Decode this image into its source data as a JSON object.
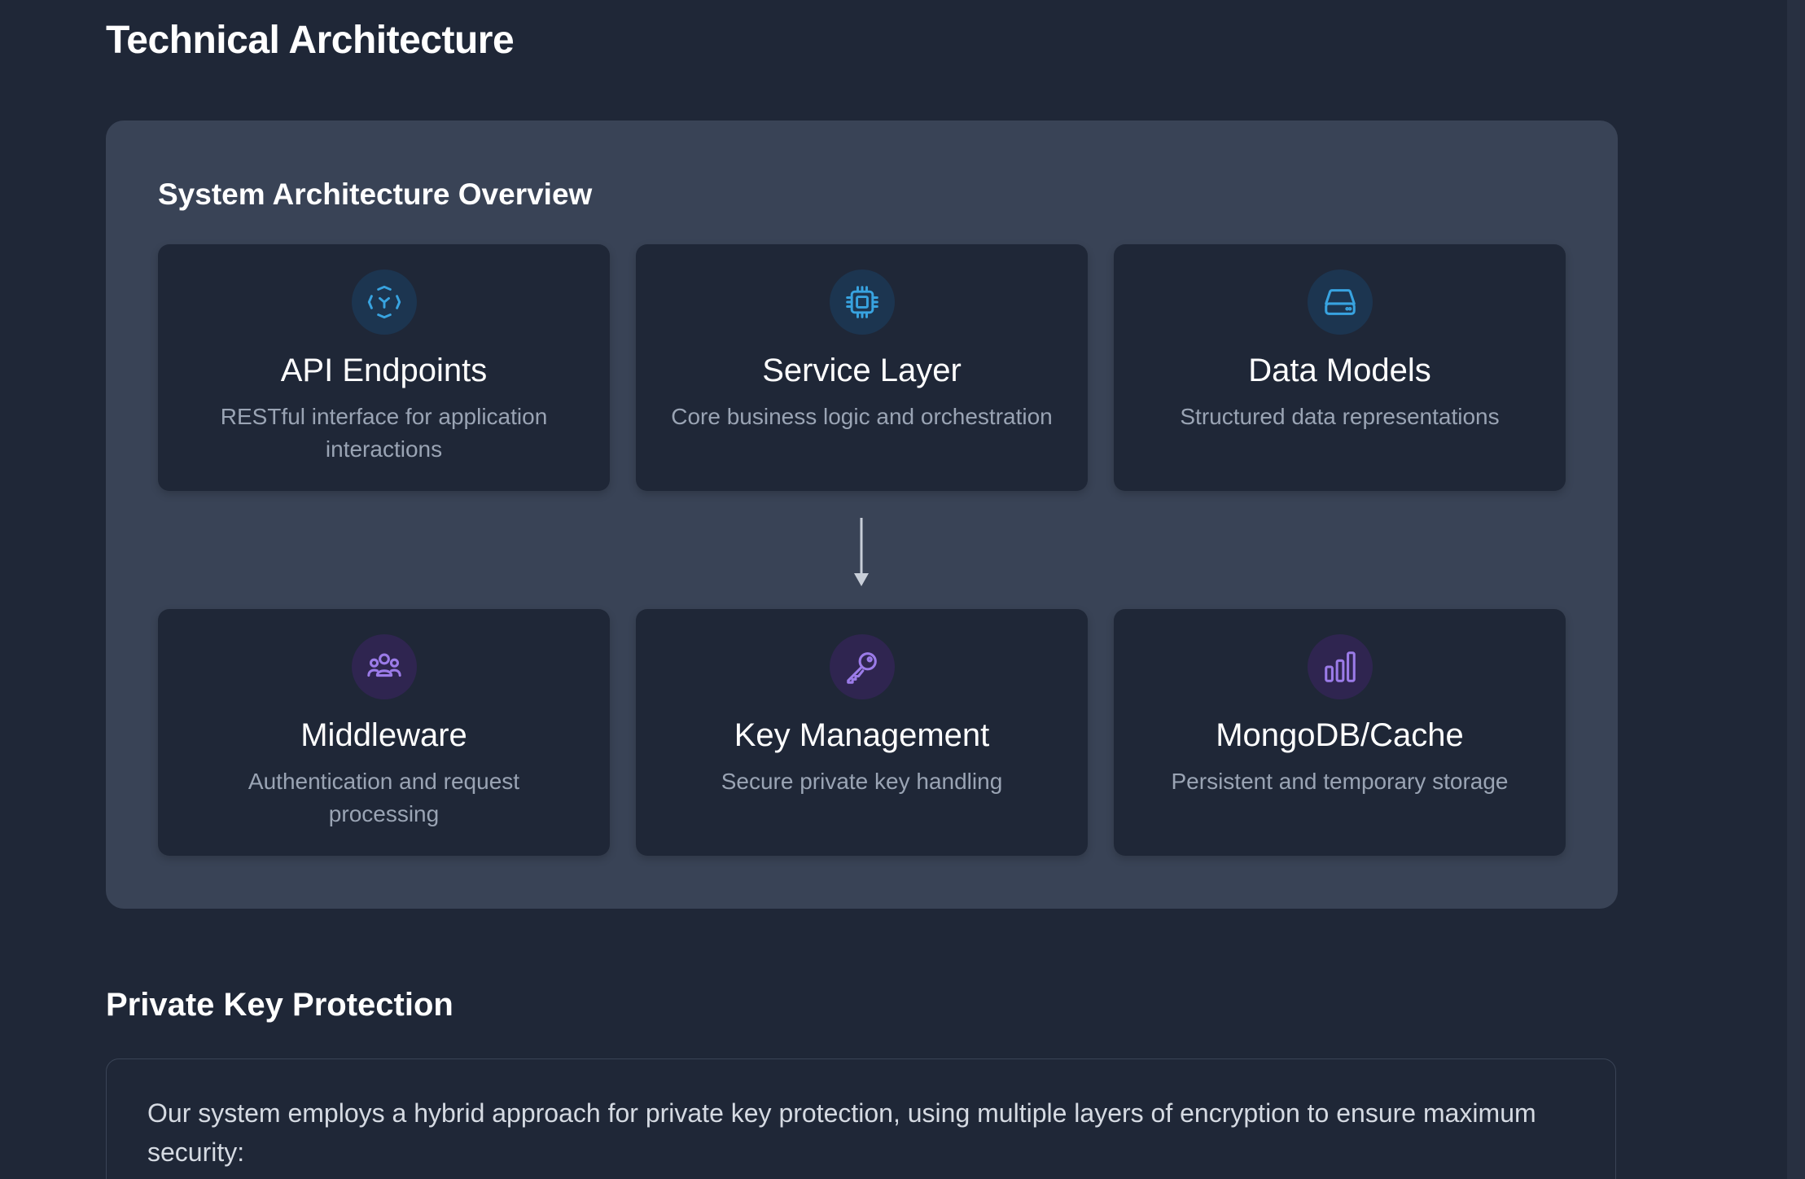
{
  "page": {
    "title": "Technical Architecture"
  },
  "architecture": {
    "overview_title": "System Architecture Overview",
    "cards": [
      {
        "title": "API Endpoints",
        "description": "RESTful interface for application interactions",
        "icon": "api-scan-icon",
        "accent": "#38a3e0"
      },
      {
        "title": "Service Layer",
        "description": "Core business logic and orchestration",
        "icon": "cpu-chip-icon",
        "accent": "#38a3e0"
      },
      {
        "title": "Data Models",
        "description": "Structured data representations",
        "icon": "hard-drive-icon",
        "accent": "#38a3e0"
      },
      {
        "title": "Middleware",
        "description": "Authentication and request processing",
        "icon": "users-group-icon",
        "accent": "#9b7be8"
      },
      {
        "title": "Key Management",
        "description": "Secure private key handling",
        "icon": "key-icon",
        "accent": "#9b7be8"
      },
      {
        "title": "MongoDB/Cache",
        "description": "Persistent and temporary storage",
        "icon": "bar-chart-icon",
        "accent": "#9b7be8"
      }
    ]
  },
  "private_key": {
    "title": "Private Key Protection",
    "intro": "Our system employs a hybrid approach for private key protection, using multiple layers of encryption to ensure maximum security:"
  },
  "colors": {
    "background": "#1f2737",
    "panel": "#394356",
    "blue_accent": "#38a3e0",
    "purple_accent": "#9b7be8"
  }
}
